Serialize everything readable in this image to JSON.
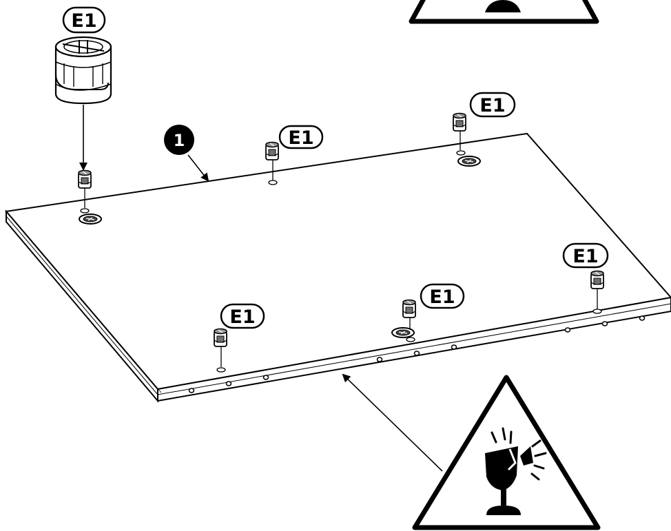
{
  "part_label": "E1",
  "step_number": "1",
  "callouts": [
    {
      "label": "E1",
      "id": "detail"
    },
    {
      "label": "E1",
      "id": "cam-top-center"
    },
    {
      "label": "E1",
      "id": "cam-top-right"
    },
    {
      "label": "E1",
      "id": "cam-right"
    },
    {
      "label": "E1",
      "id": "cam-front-center"
    },
    {
      "label": "E1",
      "id": "cam-front-left"
    }
  ],
  "icons": [
    "fragile-warning-icon",
    "fragile-warning-icon"
  ],
  "colors": {
    "ink": "#000000",
    "panel_face": "#ffffff",
    "edge_shade": "#d9d9d9",
    "fitting_shade": "#7a7a7a"
  }
}
